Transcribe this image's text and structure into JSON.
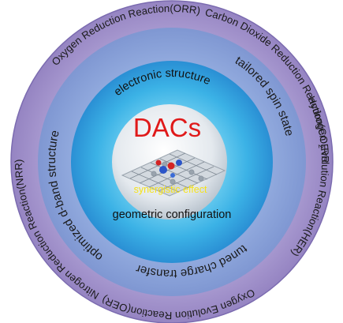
{
  "center": {
    "title": "DACs",
    "label": "synergistic effect"
  },
  "inner_ring": {
    "top": "electronic structure",
    "bottom": "geometric configuration"
  },
  "middle_ring": {
    "left": "optimized d-band structure",
    "right_prefix": "tailored spin state",
    "bottom": "tuned charge transfer"
  },
  "outer_ring": {
    "orr": "Oxygen Reduction Reaction(ORR)",
    "co2rr_prefix": "Carbon Dioxide Reduction Reaction(CO",
    "co2rr_sub": "2",
    "co2rr_suffix": "RR)",
    "her": "Hydrogen Evolution Reaction(HER)",
    "oer": "Oxygen Evolution Reaction(OER)",
    "nrr": "Nitrogen Reduction Reaction(NRR)"
  },
  "colors": {
    "outer_ring": "#a99bcf",
    "middle_ring": "#8fa7dc",
    "inner_disk": "#47b4e6",
    "core": "#e9edf0",
    "title_red": "#e01a1a",
    "label_yellow": "#f5e21a"
  }
}
